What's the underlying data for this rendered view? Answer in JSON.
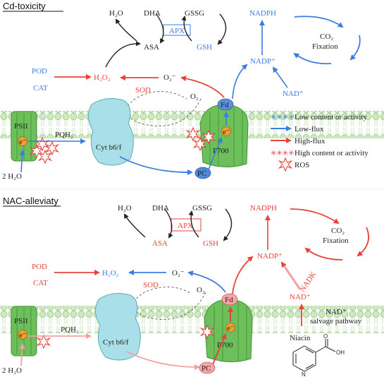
{
  "colors": {
    "low": "#3b7de0",
    "high": "#e8433b",
    "membrane": "#bfe3a8",
    "psii": "#6cbf5a",
    "cytb6f": "#a9dfe8",
    "pc_blue": "#4f88d8",
    "pc_red": "#f0a6a6"
  },
  "panel1": {
    "title": "Cd-toxicity",
    "h2o": "H₂O",
    "dha": "DHA",
    "gssg": "GSSG",
    "apx": "APX",
    "asa": "ASA",
    "gsh": "GSH",
    "nadph": "NADPH",
    "co2": "CO₂",
    "fixation": "Fixation",
    "nadp": "NADP⁺",
    "nad": "NAD⁺",
    "pod": "POD",
    "cat": "CAT",
    "h2o2": "H₂O₂",
    "sod": "SOD",
    "o2m": "O₂⁻",
    "o2": "O₂",
    "fd": "Fd",
    "psii": "PSII",
    "pqh2": "PQH₂",
    "cyt": "Cyt b6/f",
    "p700": "P700",
    "pc": "PC",
    "e": "e⁻",
    "water": "2 H₂O"
  },
  "legend": {
    "low_content": "Low  content or activity",
    "low_flux": "Low-flux",
    "high_flux": "High-flux",
    "high_content": "High content or activity",
    "ros": "ROS"
  },
  "panel2": {
    "title": "NAC-alleviaty",
    "h2o": "H₂O",
    "dha": "DHA",
    "gssg": "GSSG",
    "apx": "APX",
    "asa": "ASA",
    "gsh": "GSH",
    "nadph": "NADPH",
    "co2": "CO₂",
    "fixation": "Fixation",
    "nadp": "NADP⁺",
    "nadk": "NADK",
    "nad": "NAD⁺",
    "salvage_1": "NAD⁺",
    "salvage_2": "salvage pathway",
    "niacin": "Niacin",
    "oh": "OH",
    "o_atom": "O",
    "n_atom": "N",
    "pod": "POD",
    "cat": "CAT",
    "h2o2": "H₂O₂",
    "sod": "SOD",
    "o2m": "O₂⁻",
    "o2": "O₂",
    "fd": "Fd",
    "psii": "PSII",
    "pqh2": "PQH₂",
    "cyt": "Cyt b6/f",
    "p700": "P700",
    "pc": "PC",
    "e": "e⁻",
    "water": "2 H₂O"
  }
}
